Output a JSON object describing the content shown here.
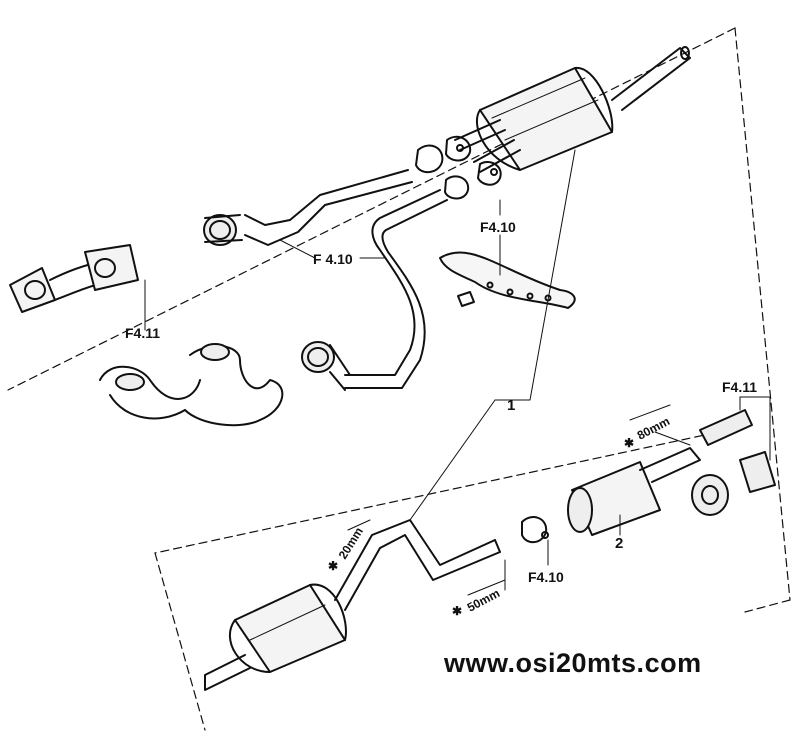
{
  "diagram": {
    "labels": {
      "f4_11_left": "F4.11",
      "f4_10_pipe": "F 4.10",
      "f4_10_top": "F4.10",
      "f4_11_right": "F4.11",
      "f4_10_clamp": "F4.10",
      "part_1": "1",
      "part_2": "2"
    },
    "dimensions": {
      "d80": "80mm",
      "d20": "20mm",
      "d50": "50mm"
    },
    "asterisk": "✱"
  },
  "watermark": "www.osi20mts.com"
}
